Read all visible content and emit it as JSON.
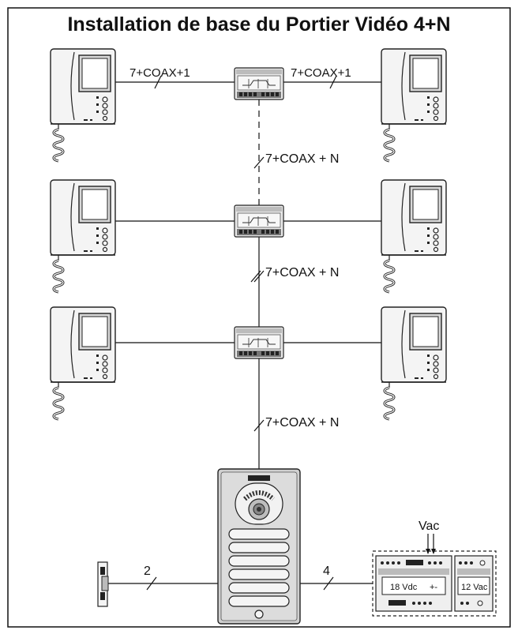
{
  "diagram": {
    "title": "Installation de base du Portier Vidéo 4+N",
    "cables": {
      "monitor_link_left": "7+COAX+1",
      "monitor_link_right": "7+COAX+1",
      "riser_1": "7+COAX + N",
      "riser_2": "7+COAX + N",
      "riser_3": "7+COAX + N",
      "lock_link": "2",
      "power_link": "4"
    },
    "power_supply": {
      "input": "Vac",
      "output_dc": "18 Vdc",
      "output_ac": "12 Vac"
    },
    "colors": {
      "line": "#111111",
      "monitor_body": "#f2f2f2",
      "panel": "#c8c8c8"
    }
  }
}
